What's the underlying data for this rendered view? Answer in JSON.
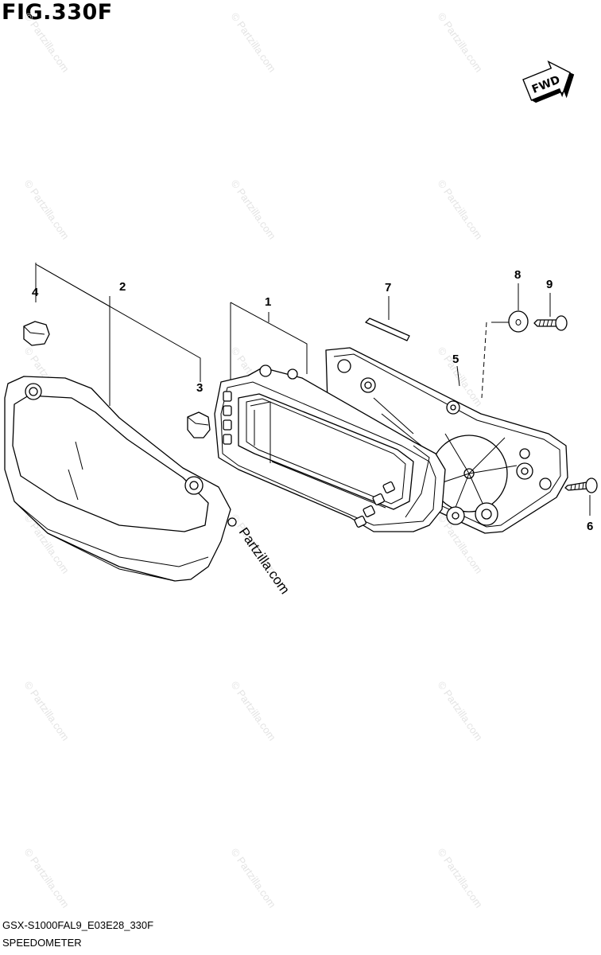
{
  "figure": {
    "title": "FIG.330F",
    "model_code": "GSX-S1000FAL9_E03E28_330F",
    "assembly_name": "SPEEDOMETER",
    "fwd_label": "FWD"
  },
  "callouts": [
    "1",
    "2",
    "3",
    "4",
    "5",
    "6",
    "7",
    "8",
    "9"
  ],
  "watermark": {
    "text": "© Partzilla.com",
    "center_text": "Partzilla.com"
  }
}
